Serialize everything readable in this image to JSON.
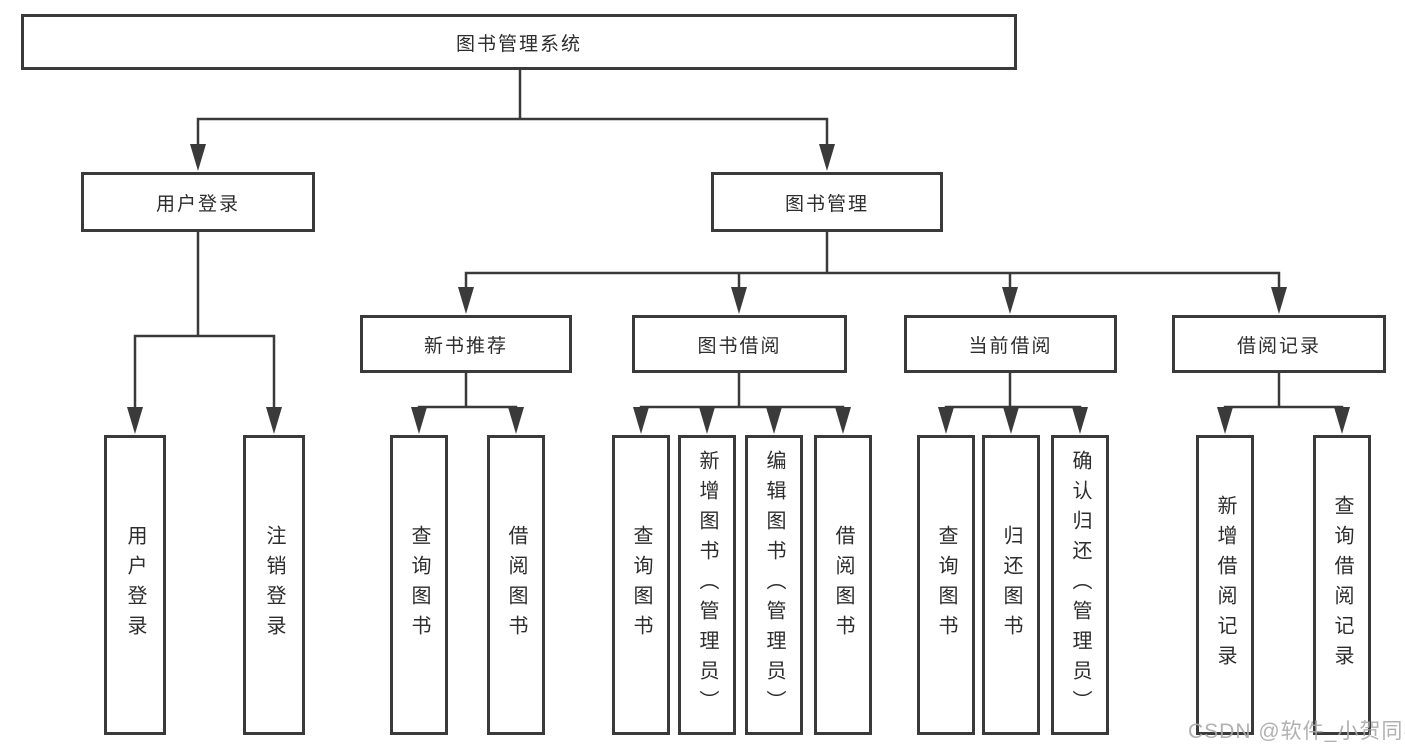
{
  "tree": {
    "root": "图书管理系统",
    "branches": [
      {
        "label": "用户登录",
        "children": [
          {
            "label": "用户登录"
          },
          {
            "label": "注销登录"
          }
        ]
      },
      {
        "label": "图书管理",
        "children": [
          {
            "label": "新书推荐",
            "children": [
              {
                "label": "查询图书"
              },
              {
                "label": "借阅图书"
              }
            ]
          },
          {
            "label": "图书借阅",
            "children": [
              {
                "label": "查询图书"
              },
              {
                "label": "新增图书（管理员）"
              },
              {
                "label": "编辑图书（管理员）"
              },
              {
                "label": "借阅图书"
              }
            ]
          },
          {
            "label": "当前借阅",
            "children": [
              {
                "label": "查询图书"
              },
              {
                "label": "归还图书"
              },
              {
                "label": "确认归还（管理员）"
              }
            ]
          },
          {
            "label": "借阅记录",
            "children": [
              {
                "label": "新增借阅记录"
              },
              {
                "label": "查询借阅记录"
              }
            ]
          }
        ]
      }
    ]
  },
  "watermark": "CSDN @软件_小贺同学",
  "colors": {
    "line": "#3a3a3a",
    "text": "#2d2d2d",
    "watermark": "#a8a8a8",
    "background": "#ffffff"
  }
}
